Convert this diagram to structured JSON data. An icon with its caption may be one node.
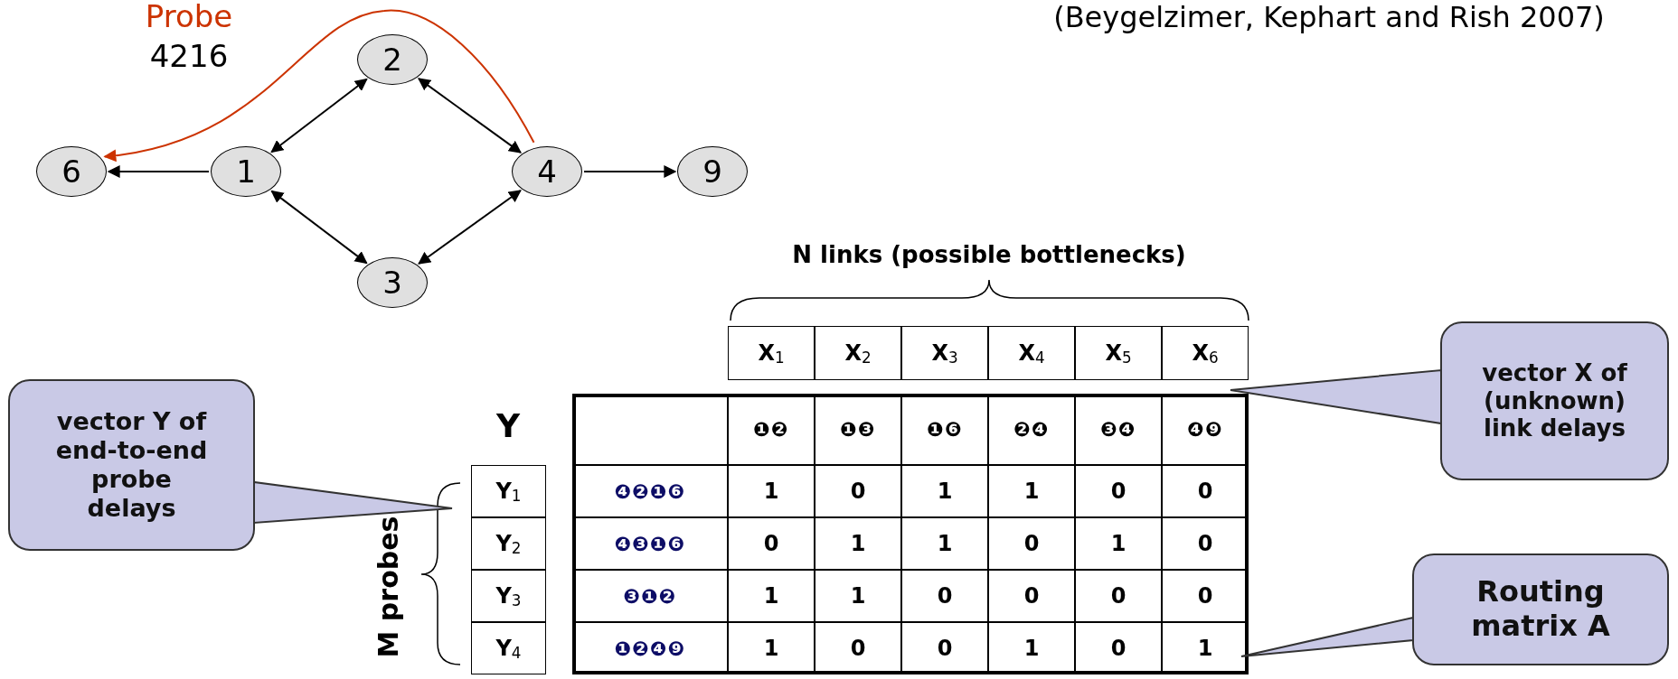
{
  "diagram": {
    "nodes": [
      {
        "text": [
          "2"
        ]
      },
      {
        "text": [
          "6"
        ]
      },
      {
        "text": [
          "1"
        ]
      },
      {
        "text": [
          "4"
        ]
      },
      {
        "text": [
          "9"
        ]
      },
      {
        "text": [
          "3"
        ]
      },
      {
        "text": [
          "vector Y of end-to-end probe delays"
        ]
      },
      {
        "text": [
          "vector X of (unknown) link delays"
        ]
      },
      {
        "text": [
          "Routing matrix A"
        ]
      }
    ],
    "edges": [
      {
        "from": 2,
        "to": 1,
        "arrow": "to"
      },
      {
        "from": 2,
        "to": 0,
        "arrow": "both"
      },
      {
        "from": 0,
        "to": 3,
        "arrow": "both"
      },
      {
        "from": 2,
        "to": 5,
        "arrow": "both"
      },
      {
        "from": 5,
        "to": 3,
        "arrow": "both"
      },
      {
        "from": 3,
        "to": 4,
        "arrow": "to"
      },
      {
        "from": 3,
        "to": 1,
        "arrow": "to",
        "color": "#cc3300"
      },
      {
        "from": 6,
        "to": null,
        "arrow": "to"
      },
      {
        "from": 7,
        "to": null,
        "arrow": "to"
      },
      {
        "from": 8,
        "to": null,
        "arrow": "to"
      }
    ],
    "labels": [
      "Probe",
      "4216",
      "(Beygelzimer, Kephart and Rish 2007)",
      "N links (possible bottlenecks)",
      "X$_{1}$",
      "X$_{2}$",
      "X$_{3}$",
      "X$_{4}$",
      "X$_{5}$",
      "X$_{6}$",
      "Y",
      "❶❷",
      "❶❸",
      "❶❻",
      "❷❹",
      "❸❹",
      "❹❾",
      "Y$_{1}$",
      "❹❷❶❻",
      "1",
      "0",
      "1",
      "1",
      "0",
      "0",
      "Y$_{2}$",
      "❹❸❶❻",
      "0",
      "1",
      "1",
      "0",
      "1",
      "0",
      "Y$_{3}$",
      "❸❶❷",
      "1",
      "1",
      "0",
      "0",
      "0",
      "0",
      "Y$_{4}$",
      "❶❷❹❾",
      "1",
      "0",
      "0",
      "1",
      "0",
      "1",
      "M probes"
    ]
  }
}
